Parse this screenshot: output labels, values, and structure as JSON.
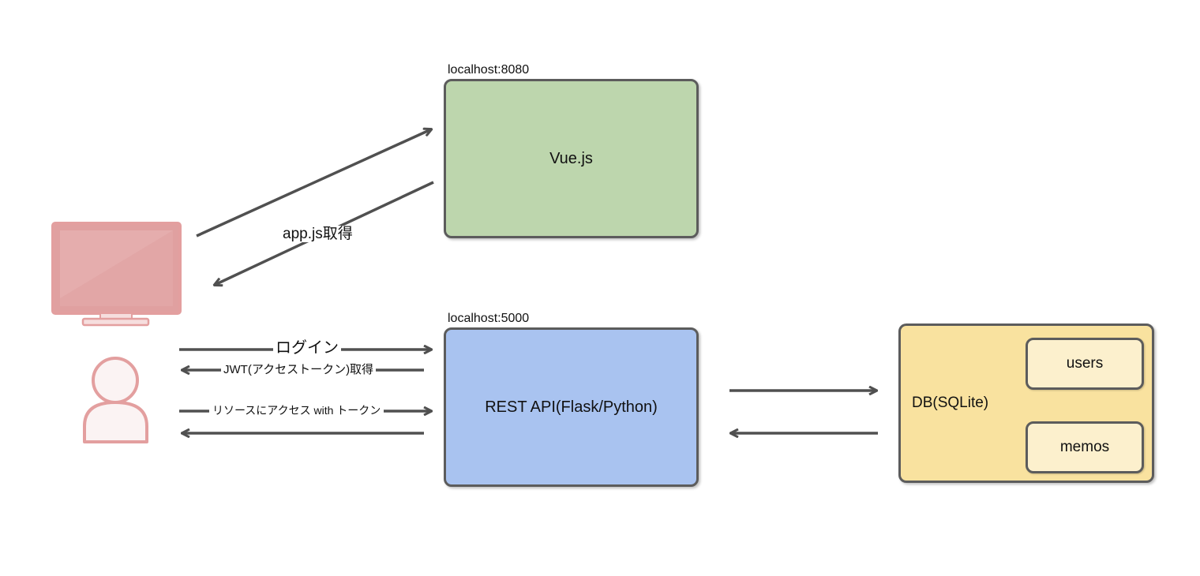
{
  "colors": {
    "arrow": "#505050",
    "box_border": "#5c5c5c",
    "frontend_fill": "#bdd6ad",
    "api_fill": "#a9c3f0",
    "db_fill": "#f9e29f",
    "table_fill": "#fcf0cd",
    "client_stroke": "#e39f9f",
    "client_fill": "#e0a0a0"
  },
  "icons": {
    "client_monitor": "monitor-icon",
    "client_user": "user-icon"
  },
  "nodes": {
    "frontend": {
      "host": "localhost:8080",
      "label": "Vue.js"
    },
    "api": {
      "host": "localhost:5000",
      "label": "REST API(Flask/Python)"
    },
    "db": {
      "label": "DB(SQLite)",
      "tables": [
        "users",
        "memos"
      ]
    }
  },
  "edges": {
    "get_appjs": "app.js取得",
    "login": "ログイン",
    "get_jwt": "JWT(アクセストークン)取得",
    "access_resource": "リソースにアクセス with トークン"
  }
}
